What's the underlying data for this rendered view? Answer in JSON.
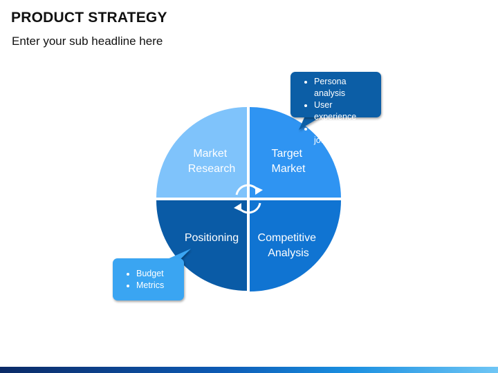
{
  "header": {
    "title": "PRODUCT STRATEGY",
    "subtitle": "Enter your sub headline here"
  },
  "quadrants": [
    {
      "label_lines": [
        "Market",
        "Research"
      ],
      "color": "#7fc3fb"
    },
    {
      "label_lines": [
        "Target",
        "Market"
      ],
      "color": "#2f94f2"
    },
    {
      "label_lines": [
        "Positioning"
      ],
      "color": "#0a5ba6"
    },
    {
      "label_lines": [
        "Competitive",
        "Analysis"
      ],
      "color": "#1074d2"
    }
  ],
  "callouts": {
    "top": {
      "items": [
        "Persona analysis",
        "User experience",
        "Customer journey"
      ],
      "color": "#0c5ea6"
    },
    "bottom": {
      "items": [
        "Budget",
        "Metrics"
      ],
      "color": "#3aa5f2"
    }
  },
  "center_icon": "cycle-arrows-icon"
}
